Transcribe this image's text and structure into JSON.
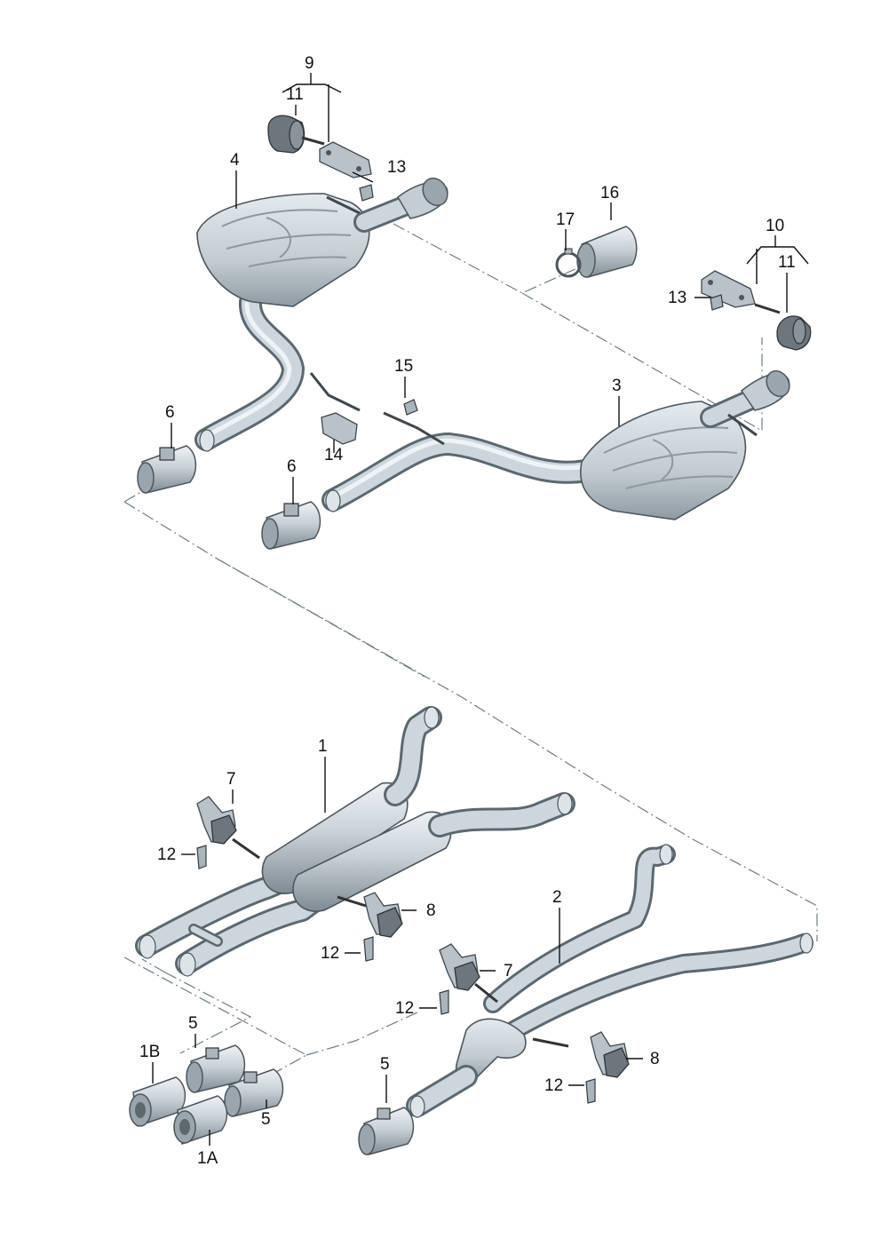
{
  "diagram": {
    "part_labels": {
      "p1": "1",
      "p1A": "1A",
      "p1B": "1B",
      "p2": "2",
      "p3": "3",
      "p4": "4",
      "p5": "5",
      "p6": "6",
      "p7": "7",
      "p8": "8",
      "p9": "9",
      "p10": "10",
      "p11": "11",
      "p12": "12",
      "p13": "13",
      "p14": "14",
      "p15": "15",
      "p16": "16",
      "p17": "17"
    }
  }
}
